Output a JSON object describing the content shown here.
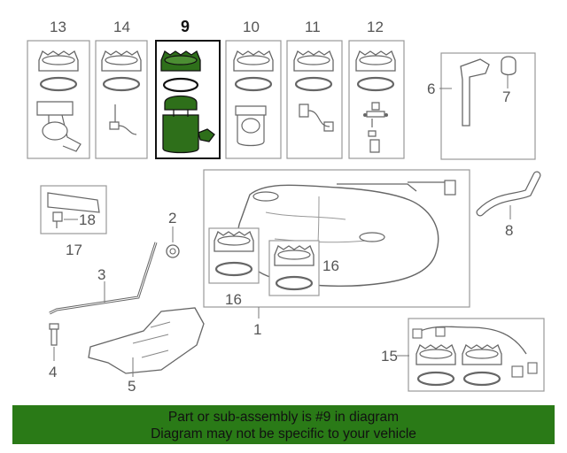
{
  "callouts": {
    "c13": "13",
    "c14": "14",
    "c9": "9",
    "c10": "10",
    "c11": "11",
    "c12": "12",
    "c6": "6",
    "c7": "7",
    "c17": "17",
    "c18": "18",
    "c2": "2",
    "c8": "8",
    "c3": "3",
    "c16a": "16",
    "c16b": "16",
    "c1": "1",
    "c4": "4",
    "c5": "5",
    "c15": "15"
  },
  "banner": {
    "line1": "Part or sub-assembly is #9 in diagram",
    "line2": "Diagram may not be specific to your vehicle"
  },
  "colors": {
    "highlight_part": "#2e6f1a",
    "banner_bg": "#2a7a17",
    "line": "#777777",
    "box_border": "#888888"
  }
}
